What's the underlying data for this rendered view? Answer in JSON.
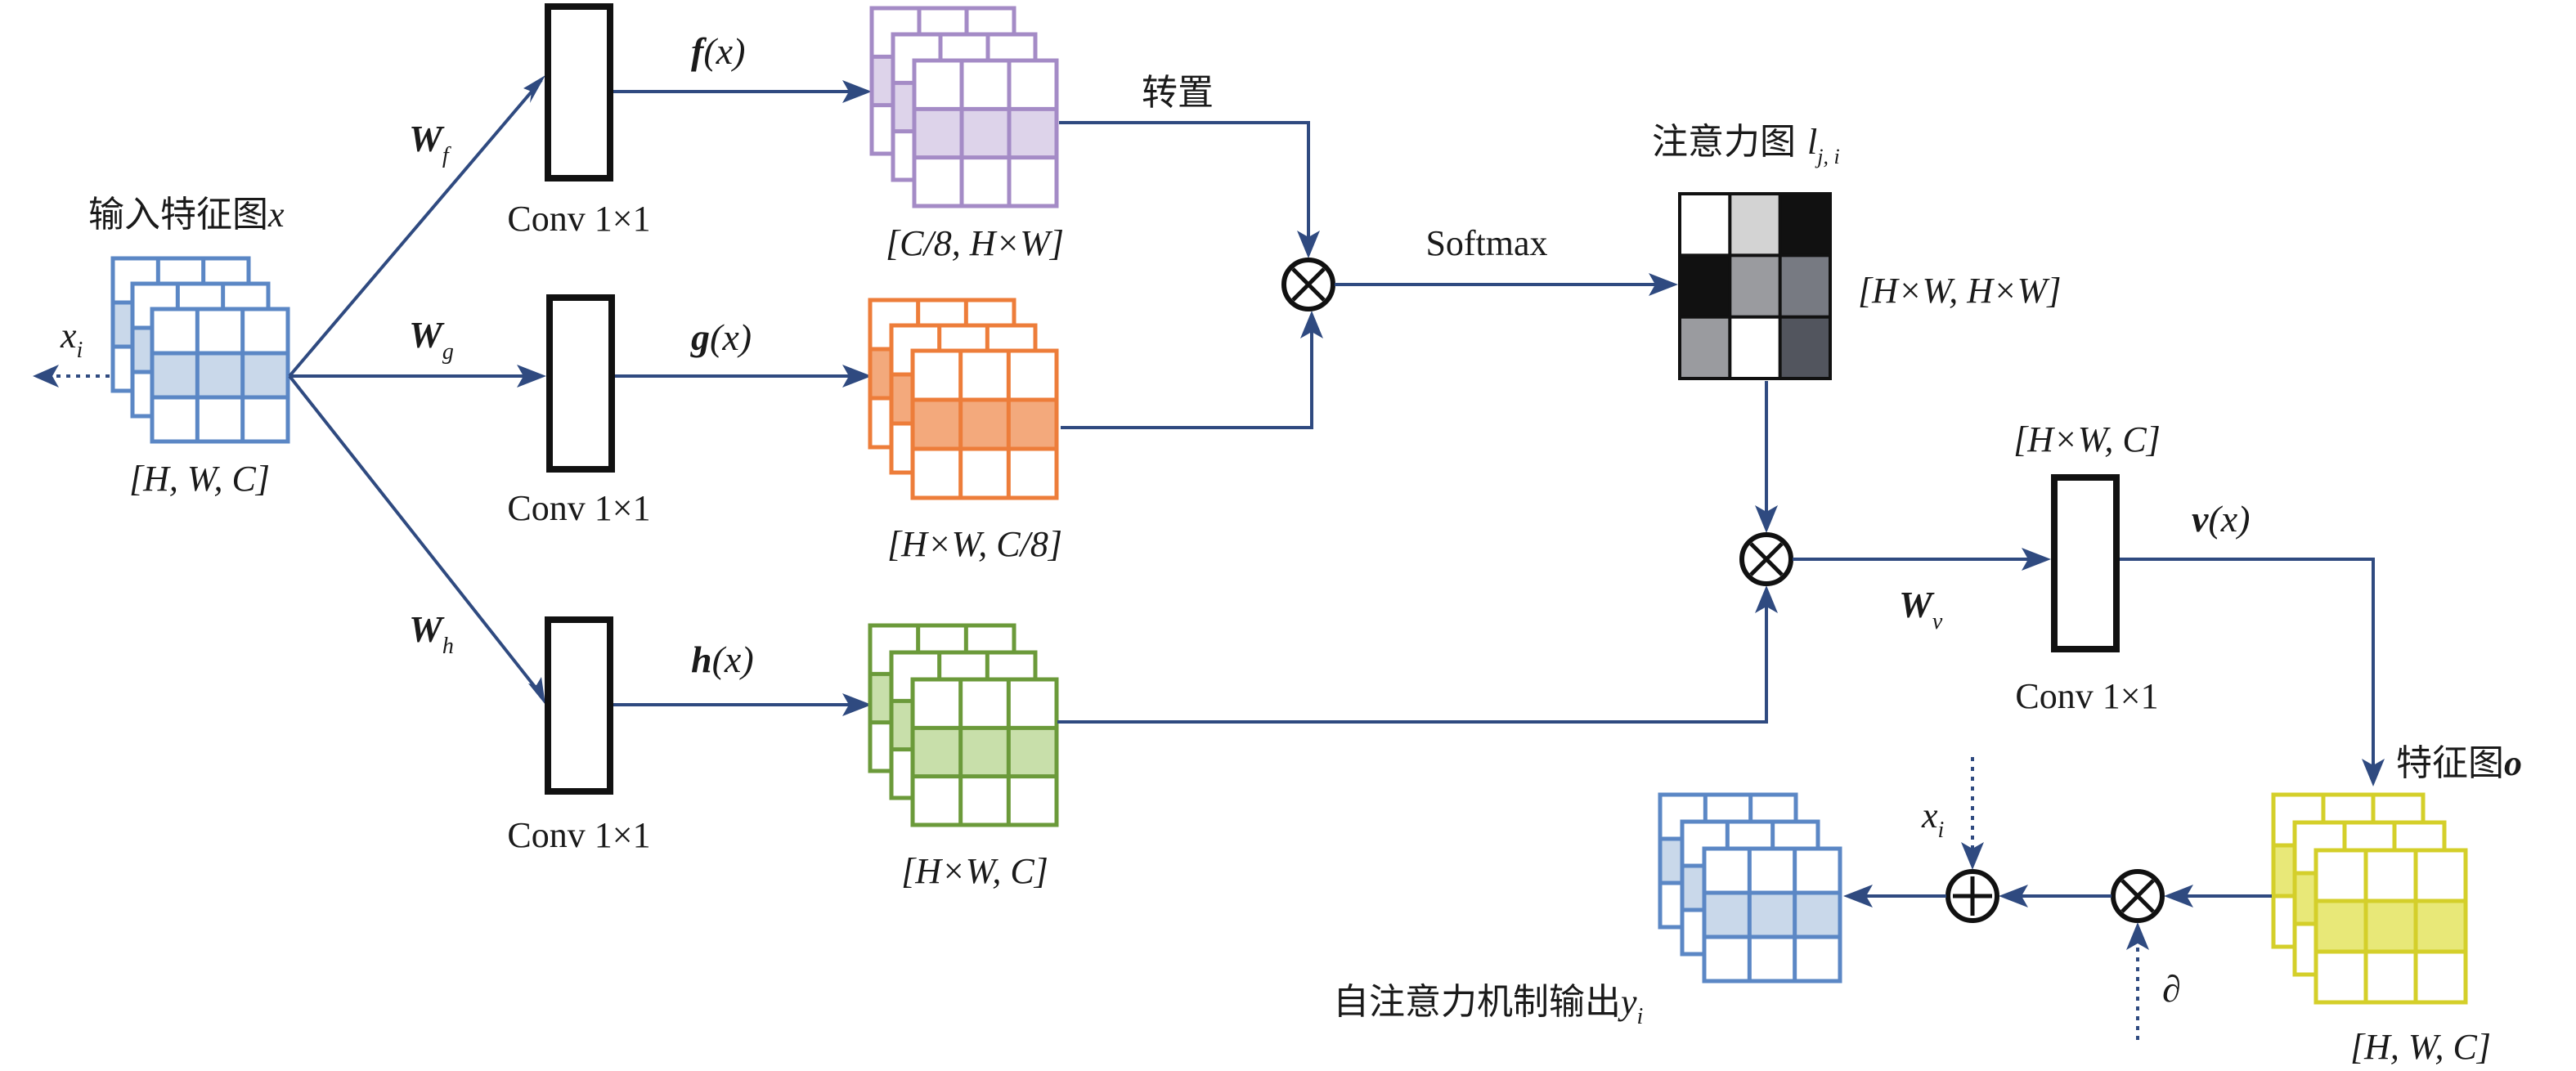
{
  "figure": {
    "input": {
      "title_cn": "输入特征图",
      "title_var": "x",
      "shape": "[H, W, C]",
      "side_var": "x",
      "side_sub": "i",
      "stroke": "#5b87c5",
      "fill": "#c9d8ea"
    },
    "branches": [
      {
        "weight": "W",
        "weight_sub": "f",
        "conv_label": "Conv 1×1",
        "func": "f",
        "func_arg": "(x)",
        "shape": "[C/8, H×W]",
        "stroke": "#a48bc6",
        "fill": "#ddd3ea"
      },
      {
        "weight": "W",
        "weight_sub": "g",
        "conv_label": "Conv 1×1",
        "func": "g",
        "func_arg": "(x)",
        "shape": "[H×W, C/8]",
        "stroke": "#ed7d3a",
        "fill": "#f3a97c"
      },
      {
        "weight": "W",
        "weight_sub": "h",
        "conv_label": "Conv 1×1",
        "func": "h",
        "func_arg": "(x)",
        "shape": "[H×W, C]",
        "stroke": "#6b9a3a",
        "fill": "#c8dfaa"
      }
    ],
    "transpose_label": "转置",
    "softmax_label": "Softmax",
    "attention": {
      "title_cn": "注意力图 ",
      "title_var": "l",
      "title_sub": "j, i",
      "shape": "[H×W, H×W]",
      "cells": [
        [
          "#ffffff",
          "#d3d3d3",
          "#111111"
        ],
        [
          "#111111",
          "#9a9b9f",
          "#777a82"
        ],
        [
          "#9a9b9f",
          "#ffffff",
          "#52555e"
        ]
      ]
    },
    "value": {
      "shape_top": "[H×W, C]",
      "weight": "W",
      "weight_sub": "v",
      "func": "v",
      "func_arg": "(x)",
      "conv_label": "Conv 1×1"
    },
    "feature_o": {
      "title_cn": "特征图",
      "title_var": "o",
      "shape": "[H, W, C]",
      "stroke": "#d4cf2a",
      "fill": "#e8e878"
    },
    "scale_symbol": "∂",
    "residual_var": "x",
    "residual_sub": "i",
    "output": {
      "title_cn": "自注意力机制输出",
      "title_var": "y",
      "title_sub": "i",
      "stroke": "#5b87c5",
      "fill": "#c9d8ea"
    },
    "colors": {
      "arrow": "#2f4a80",
      "operator": "#111111"
    }
  }
}
